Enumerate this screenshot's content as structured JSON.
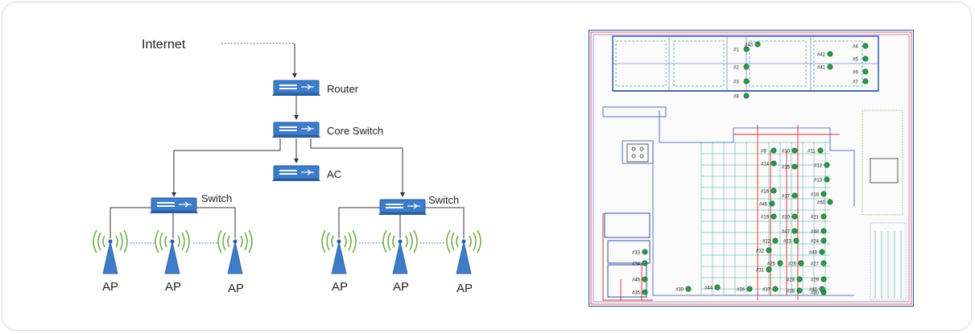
{
  "network": {
    "internet_label": "Internet",
    "router_label": "Router",
    "core_switch_label": "Core Switch",
    "ac_label": "AC",
    "switch_left_label": "Switch",
    "switch_right_label": "Switch",
    "ap_label": "AP",
    "colors": {
      "device": "#3d7cc9",
      "device_dark": "#2a5e9e",
      "wifi": "#6fb04a",
      "line": "#333333"
    }
  },
  "floorplan": {
    "ap_tags": [
      "#1",
      "#2",
      "#3",
      "#4",
      "#5",
      "#6",
      "#7",
      "#8",
      "#9",
      "#10",
      "#11",
      "#12",
      "#13",
      "#14",
      "#15",
      "#16",
      "#17",
      "#18",
      "#19",
      "#20",
      "#21",
      "#22",
      "#23",
      "#24",
      "#25",
      "#26",
      "#27",
      "#28",
      "#29",
      "#30",
      "#31",
      "#32",
      "#33",
      "#34",
      "#35",
      "#36",
      "#37",
      "#38",
      "#39",
      "#40",
      "#41",
      "#42",
      "#43",
      "#44",
      "#45",
      "#46",
      "#47",
      "#48",
      "#49",
      "#50"
    ],
    "colors": {
      "wall": "#2d4fa8",
      "accent": "#d62b2b",
      "grid": "#3fa89a",
      "marker": "#2a9a4a"
    }
  }
}
